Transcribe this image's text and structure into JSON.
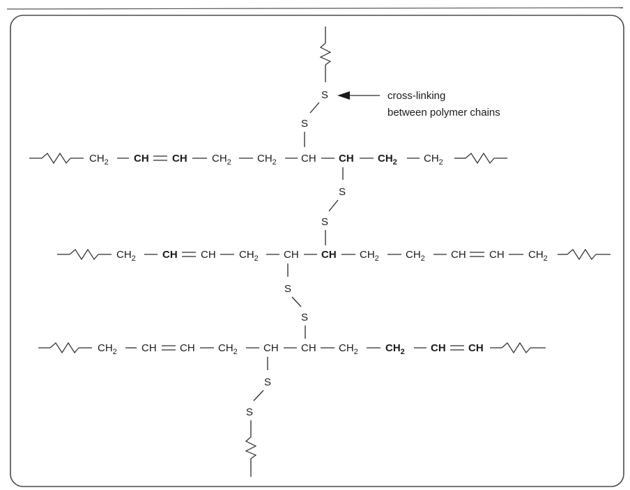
{
  "annotation": {
    "line1": "cross-linking",
    "line2": "between polymer chains"
  },
  "sulfur_label": "S",
  "chains": [
    {
      "atoms": [
        "CH2",
        "CH",
        "CH",
        "CH2",
        "CH2",
        "CH",
        "CH",
        "CH2",
        "CH2"
      ],
      "bonds": [
        "single",
        "double",
        "single",
        "single",
        "single",
        "single",
        "single",
        "single"
      ]
    },
    {
      "atoms": [
        "CH2",
        "CH",
        "CH",
        "CH2",
        "CH",
        "CH",
        "CH2",
        "CH2",
        "CH",
        "CH",
        "CH2"
      ],
      "bonds": [
        "single",
        "double",
        "single",
        "single",
        "single",
        "single",
        "single",
        "single",
        "double",
        "single"
      ]
    },
    {
      "atoms": [
        "CH2",
        "CH",
        "CH",
        "CH2",
        "CH",
        "CH",
        "CH2",
        "CH2",
        "CH",
        "CH"
      ],
      "bonds": [
        "single",
        "double",
        "single",
        "single",
        "single",
        "single",
        "single",
        "double",
        "single"
      ]
    }
  ],
  "colors": {
    "frame": "#4a4a4a",
    "ink": "#1a1a1a"
  }
}
